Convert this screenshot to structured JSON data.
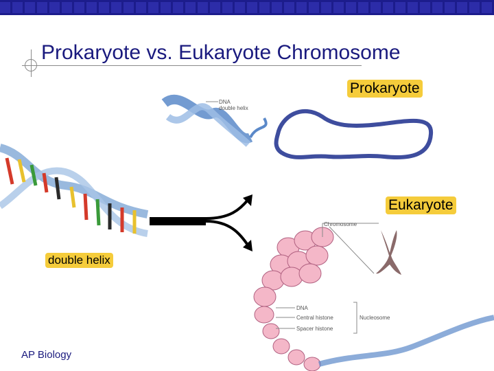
{
  "title": "Prokaryote vs. Eukaryote Chromosome",
  "labels": {
    "prokaryote": "Prokaryote",
    "eukaryote": "Eukaryote",
    "double_helix": "double helix"
  },
  "inset_labels": {
    "dna_double_helix_line1": "DNA",
    "dna_double_helix_line2": "double helix",
    "chromosome": "Chromosome",
    "dna": "DNA",
    "central_histone": "Central histone",
    "nucleosome": "Nucleosome",
    "spacer_histone": "Spacer histone"
  },
  "footer": "AP Biology",
  "colors": {
    "title": "#1a1a7e",
    "label_bg": "#f5cc3b",
    "top_bar": "#1c1c8c",
    "ring": "#3e4d9e",
    "nucleosome": "#f4b7c8"
  }
}
